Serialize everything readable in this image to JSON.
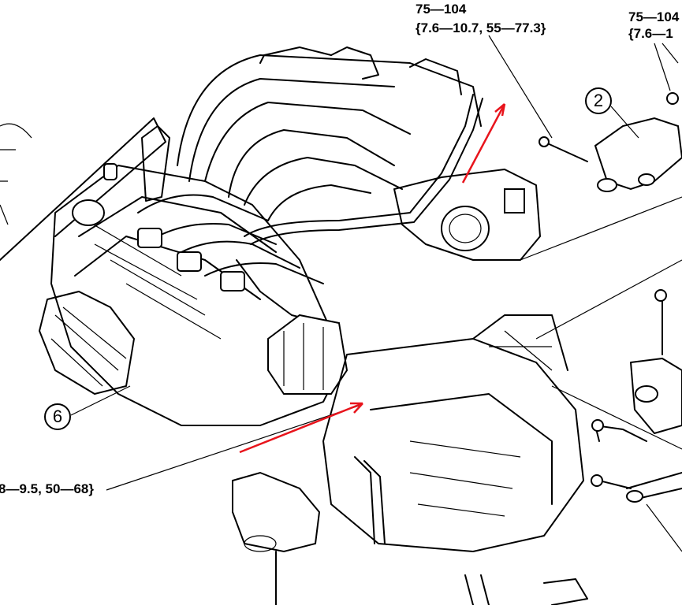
{
  "torque_specs": [
    {
      "spec": "75—104",
      "sub": "{7.6—10.7, 55—77.3}"
    },
    {
      "spec": "75—104",
      "sub": "{7.6—1"
    },
    {
      "spec": "",
      "sub": "8—9.5, 50—68}"
    }
  ],
  "callouts": [
    "2",
    "6"
  ],
  "arrow_color": "#e8141c"
}
